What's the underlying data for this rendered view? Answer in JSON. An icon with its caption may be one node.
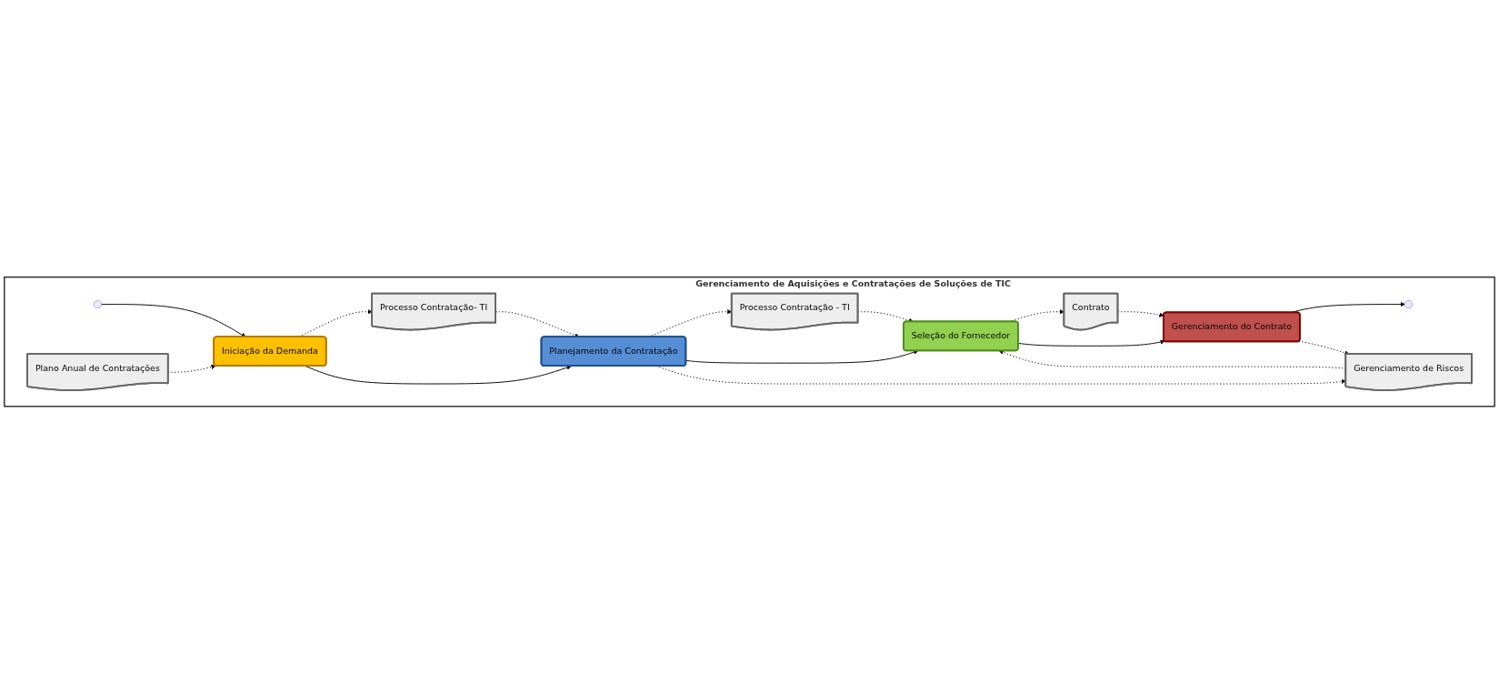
{
  "diagram": {
    "nodes": [
      {
        "text": [
          "Gerenciamento de Aquisições e Contratações de Soluções de TIC"
        ]
      },
      {
        "text": [],
        "shape": "circle",
        "in": 0
      },
      {
        "text": [
          "Plano Anual de Contratações"
        ],
        "in": 0
      },
      {
        "text": [
          "Iniciação da Demanda"
        ],
        "in": 0
      },
      {
        "text": [
          "Processo Contratação- TI"
        ],
        "in": 0
      },
      {
        "text": [
          "Planejamento da Contratação"
        ],
        "in": 0
      },
      {
        "text": [
          "Processo Contratação - TI"
        ],
        "in": 0
      },
      {
        "text": [
          "Seleção do Fornecedor"
        ],
        "in": 0
      },
      {
        "text": [
          "Contrato"
        ],
        "in": 0
      },
      {
        "text": [
          "Gerenciamento do Contrato"
        ],
        "in": 0
      },
      {
        "text": [],
        "shape": "circle",
        "in": 0
      },
      {
        "text": [
          "Gerenciamento de Riscos"
        ],
        "in": 0
      }
    ],
    "edges": [
      {
        "from": 1,
        "to": 3,
        "arrow": "to"
      },
      {
        "from": 2,
        "to": 3,
        "arrow": "to",
        "style": "dashed"
      },
      {
        "from": 3,
        "to": 4,
        "arrow": "to",
        "style": "dashed"
      },
      {
        "from": 3,
        "to": 5,
        "arrow": "to"
      },
      {
        "from": 4,
        "to": 5,
        "arrow": "to",
        "style": "dashed"
      },
      {
        "from": 5,
        "to": 6,
        "arrow": "to",
        "style": "dashed"
      },
      {
        "from": 5,
        "to": 7,
        "arrow": "to"
      },
      {
        "from": 6,
        "to": 7,
        "arrow": "to",
        "style": "dashed"
      },
      {
        "from": 7,
        "to": 8,
        "arrow": "to",
        "style": "dashed"
      },
      {
        "from": 7,
        "to": 9,
        "arrow": "to"
      },
      {
        "from": 8,
        "to": 9,
        "arrow": "to",
        "style": "dashed"
      },
      {
        "from": 9,
        "to": 10,
        "arrow": "to"
      },
      {
        "from": 5,
        "to": 11,
        "arrow": "to",
        "style": "dashed"
      },
      {
        "from": 11,
        "to": 7,
        "arrow": "to",
        "style": "dashed"
      },
      {
        "from": 9,
        "to": 11,
        "arrow": "to",
        "style": "dashed"
      }
    ]
  }
}
